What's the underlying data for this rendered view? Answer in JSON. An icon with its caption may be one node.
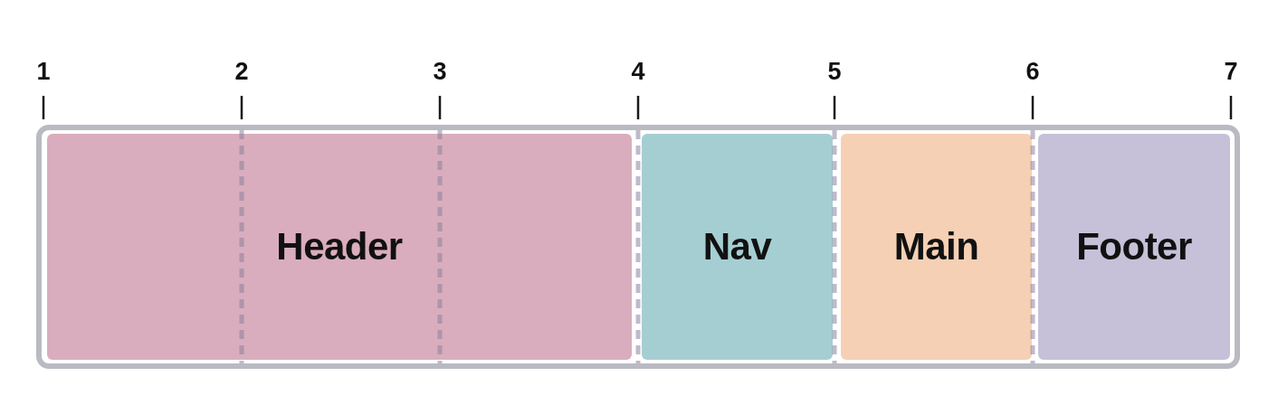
{
  "diagram": {
    "nodes": [
      {
        "text": [],
        "shape": "box"
      },
      {
        "text": [
          "Header"
        ],
        "in": 0
      },
      {
        "text": [
          "Nav"
        ],
        "in": 0
      },
      {
        "text": [
          "Main"
        ],
        "in": 0
      },
      {
        "text": [
          "Footer"
        ],
        "in": 0
      }
    ],
    "labels": [
      "1",
      "2",
      "3",
      "4",
      "5",
      "6",
      "7"
    ]
  }
}
